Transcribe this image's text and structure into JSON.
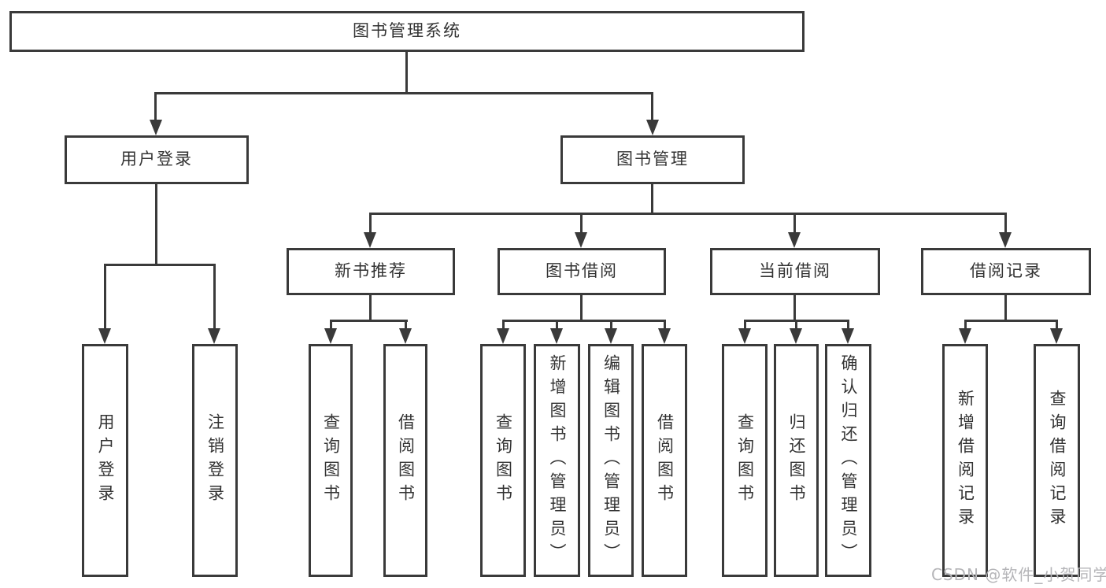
{
  "diagram": {
    "title_note": "library management system function structure",
    "line_color": "#3a3a3a",
    "box_background": "#ffffff",
    "root": {
      "label": "图书管理系统"
    },
    "branches": [
      {
        "label": "用户登录",
        "children": [
          {
            "label": "用户登录"
          },
          {
            "label": "注销登录"
          }
        ]
      },
      {
        "label": "图书管理",
        "children": [
          {
            "label": "新书推荐",
            "children": [
              {
                "label": "查询图书"
              },
              {
                "label": "借阅图书"
              }
            ]
          },
          {
            "label": "图书借阅",
            "children": [
              {
                "label": "查询图书"
              },
              {
                "label": "新增图书（管理员）"
              },
              {
                "label": "编辑图书（管理员）"
              },
              {
                "label": "借阅图书"
              }
            ]
          },
          {
            "label": "当前借阅",
            "children": [
              {
                "label": "查询图书"
              },
              {
                "label": "归还图书"
              },
              {
                "label": "确认归还（管理员）"
              }
            ]
          },
          {
            "label": "借阅记录",
            "children": [
              {
                "label": "新增借阅记录"
              },
              {
                "label": "查询借阅记录"
              }
            ]
          }
        ]
      }
    ]
  },
  "watermark": {
    "text": "CSDN @软件_小贺同学"
  }
}
